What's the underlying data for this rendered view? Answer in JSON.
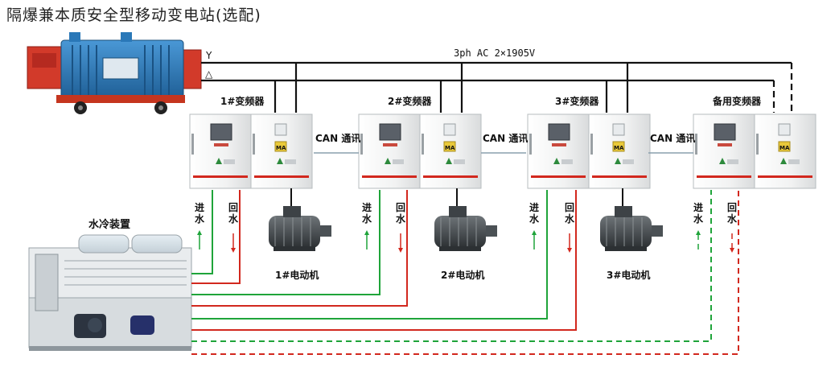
{
  "title": "隔爆兼本质安全型移动变电站(选配)",
  "bus": {
    "label": "3ph AC 2×1905V",
    "y_label": "Y",
    "delta_label": "△"
  },
  "converters": [
    "1#变频器",
    "2#变频器",
    "3#变频器",
    "备用变频器"
  ],
  "can_label": "CAN 通讯",
  "cooling": {
    "label": "水冷装置",
    "inlet_label": [
      "进",
      "水"
    ],
    "return_label": [
      "回",
      "水"
    ]
  },
  "motors": [
    "1#电动机",
    "2#电动机",
    "3#电动机"
  ],
  "panel_badge": "MA",
  "colors": {
    "inlet": "#1fa43a",
    "return": "#d2281e",
    "bus": "#111111",
    "transformer": "#2a78b8",
    "transformer_box": "#d23a2a",
    "cabinet": "#f3f4f4"
  }
}
